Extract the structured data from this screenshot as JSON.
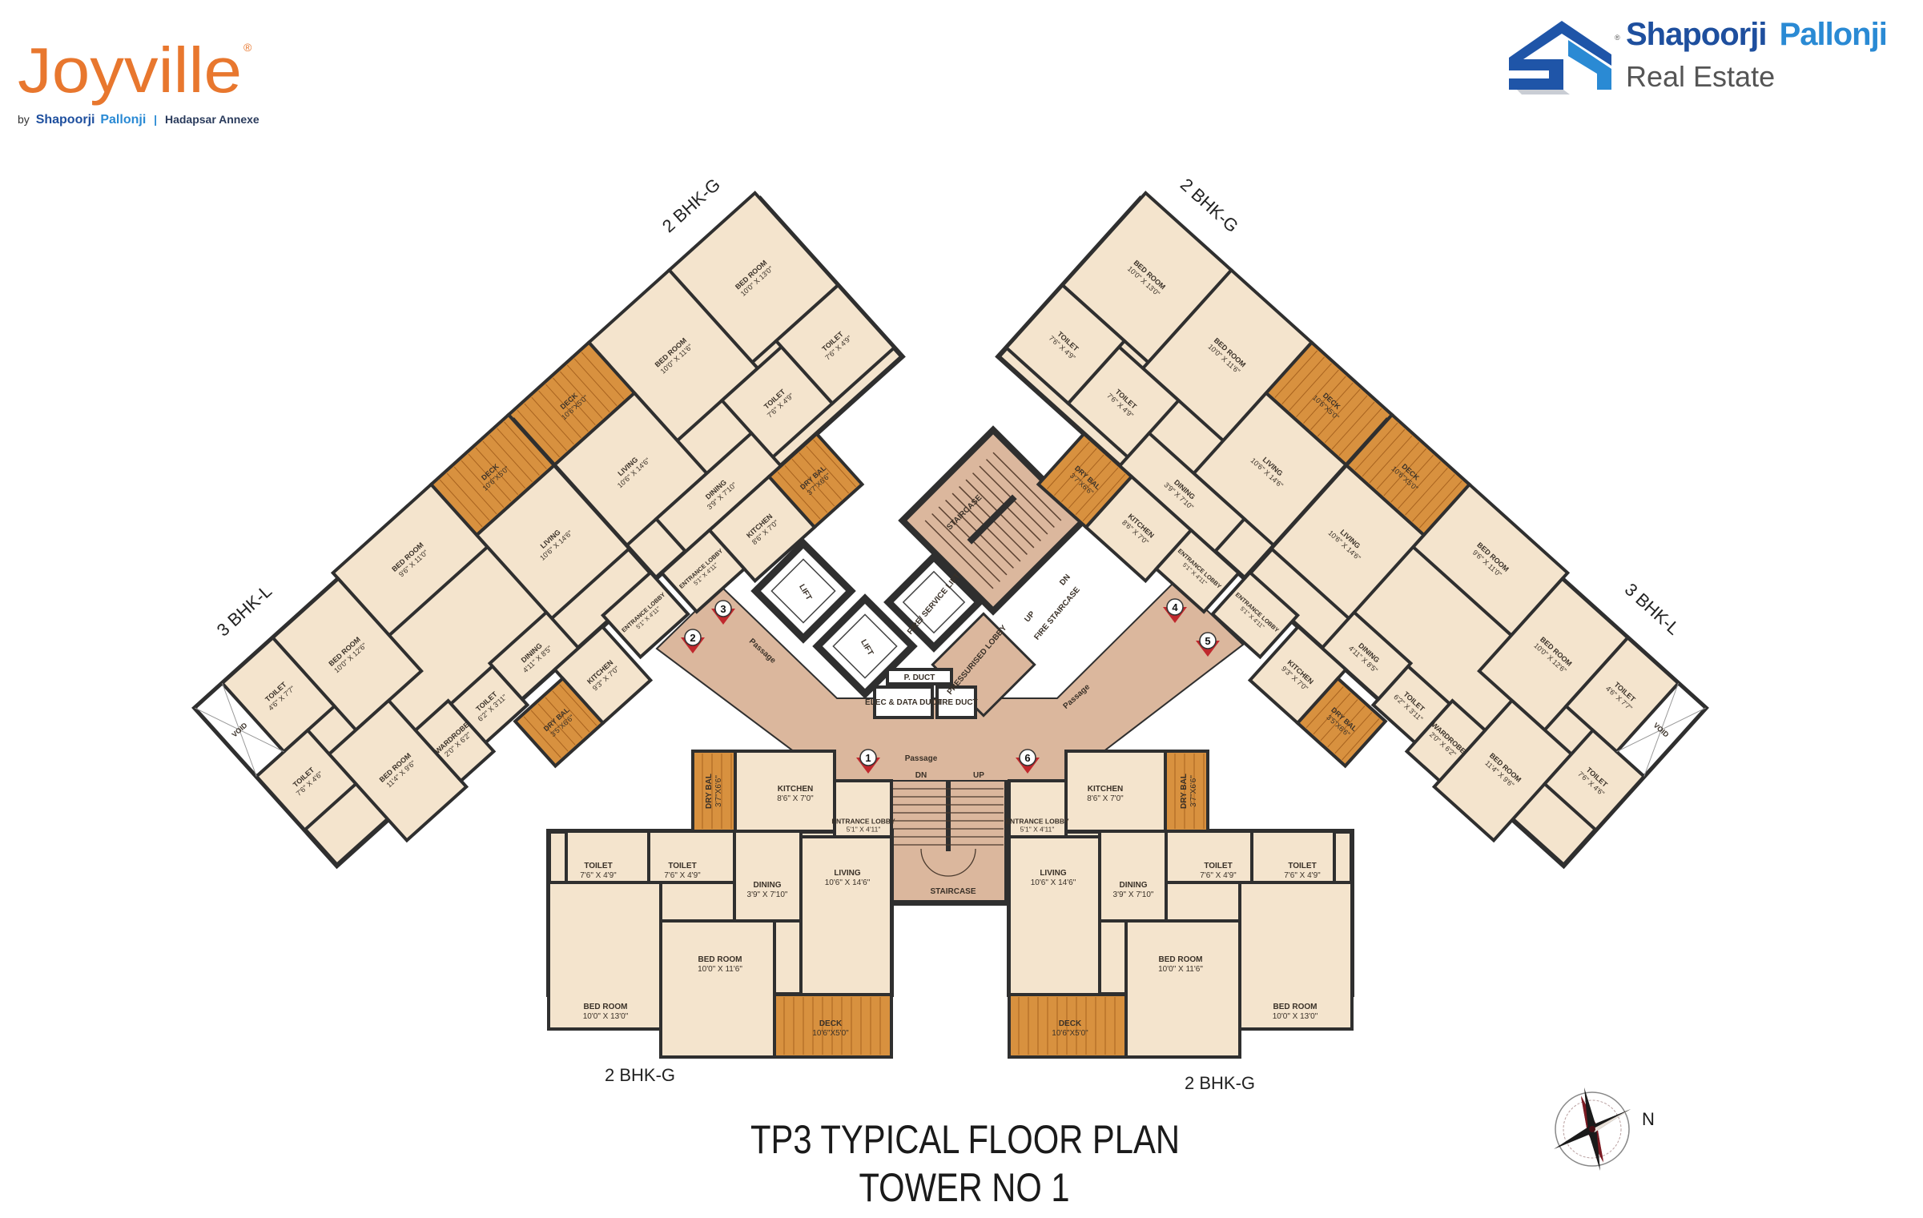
{
  "header": {
    "brand": "Joyville",
    "brand_reg": "®",
    "byline_by": "by",
    "byline_company_a": "Shapoorji",
    "byline_company_b": "Pallonji",
    "byline_sep": "|",
    "byline_location": "Hadapsar Annexe",
    "developer_a": "Shapoorji",
    "developer_b": "Pallonji",
    "developer_reg": "®",
    "developer_sub": "Real Estate"
  },
  "title": {
    "line1": "TP3 TYPICAL FLOOR PLAN",
    "line2": "TOWER NO 1"
  },
  "compass": {
    "label": "N"
  },
  "colors": {
    "brand_orange": "#e8772e",
    "developer_dark_blue": "#1e4f9e",
    "developer_light_blue": "#2a8ad4",
    "room_fill": "#f4e4cd",
    "deck_fill": "#d8913f",
    "passage_fill": "#dbb79d",
    "wall": "#2f2f2f",
    "marker_red": "#c0282d"
  },
  "core": {
    "passage": "Passage",
    "lift": "LIFT",
    "fire_lift": "FIRE/ SERVICE LIFT",
    "staircase": "STAIRCASE",
    "fire_staircase": "FIRE STAIRCASE",
    "pressurised_lobby": "PRESSURISED LOBBY",
    "p_duct": "P. DUCT",
    "elec_duct": "ELEC & DATA DUCT",
    "fire_duct": "FIRE DUCT",
    "dn": "DN",
    "up": "UP"
  },
  "flat_markers": [
    "1",
    "2",
    "3",
    "4",
    "5",
    "6"
  ],
  "units": [
    {
      "type": "2 BHK-G",
      "rooms": [
        {
          "name": "BED ROOM",
          "size": "10'0\" X 13'0\""
        },
        {
          "name": "BED ROOM",
          "size": "10'0\" X 11'6\""
        },
        {
          "name": "TOILET",
          "size": "7'6\" X 4'9\""
        },
        {
          "name": "TOILET",
          "size": "7'6\" X 4'9\""
        },
        {
          "name": "DECK",
          "size": "10'6\"X5'0\""
        },
        {
          "name": "LIVING",
          "size": "10'6\" X 14'6\""
        },
        {
          "name": "DINING",
          "size": "3'9\" X 7'10\""
        },
        {
          "name": "KITCHEN",
          "size": "8'6\" X 7'0\""
        },
        {
          "name": "DRY BAL",
          "size": "3'7\"X6'6\""
        },
        {
          "name": "ENTRANCE LOBBY",
          "size": "5'1\" X 4'11\""
        }
      ]
    },
    {
      "type": "3 BHK-L",
      "rooms": [
        {
          "name": "BED ROOM",
          "size": "9'6\" X 11'0\""
        },
        {
          "name": "BED ROOM",
          "size": "10'0\" X 12'6\""
        },
        {
          "name": "BED ROOM",
          "size": "11'4\" X 9'6\""
        },
        {
          "name": "TOILET",
          "size": "4'6\" X 7'7\""
        },
        {
          "name": "TOILET",
          "size": "7'6\" X 4'6\""
        },
        {
          "name": "TOILET",
          "size": "6'2\" X 3'11\""
        },
        {
          "name": "WARDROBE",
          "size": "2'0\" X 6'2\""
        },
        {
          "name": "LIVING",
          "size": "10'6\" X 14'6\""
        },
        {
          "name": "DINING",
          "size": "4'11\" X 8'5\""
        },
        {
          "name": "KITCHEN",
          "size": "9'3\" X 7'0\""
        },
        {
          "name": "DRY BAL",
          "size": "3'5\"X6'6\""
        },
        {
          "name": "DECK",
          "size": "10'6\"X5'0\""
        },
        {
          "name": "ENTRANCE LOBBY",
          "size": "5'1\" X 4'11\""
        },
        {
          "name": "VOID",
          "size": ""
        }
      ]
    },
    {
      "type": "2 BHK-G",
      "rooms": [
        {
          "name": "KITCHEN",
          "size": "8'6\" X 7'0\""
        },
        {
          "name": "DRY BAL",
          "size": "3'7\"X6'6\""
        },
        {
          "name": "ENTRANCE LOBBY",
          "size": "5'1\" X 4'11\""
        },
        {
          "name": "TOILET",
          "size": "7'6\" X 4'9\""
        },
        {
          "name": "TOILET",
          "size": "7'6\" X 4'9\""
        },
        {
          "name": "DINING",
          "size": "3'9\" X 7'10\""
        },
        {
          "name": "LIVING",
          "size": "10'6\" X 14'6\""
        },
        {
          "name": "BED ROOM",
          "size": "10'0\" X 13'0\""
        },
        {
          "name": "BED ROOM",
          "size": "10'0\" X 11'6\""
        },
        {
          "name": "DECK",
          "size": "10'6\"X5'0\""
        }
      ]
    },
    {
      "type": "2 BHK-G",
      "rooms": [
        {
          "name": "KITCHEN",
          "size": "8'6\" X 7'0\""
        },
        {
          "name": "DRY BAL",
          "size": "3'7\"X6'6\""
        },
        {
          "name": "ENTRANCE LOBBY",
          "size": "5'1\" X 4'11\""
        },
        {
          "name": "TOILET",
          "size": "7'6\" X 4'9\""
        },
        {
          "name": "TOILET",
          "size": "7'6\" X 4'9\""
        },
        {
          "name": "DINING",
          "size": "3'9\" X 7'10\""
        },
        {
          "name": "LIVING",
          "size": "10'6\" X 14'6\""
        },
        {
          "name": "BED ROOM",
          "size": "10'0\" X 13'0\""
        },
        {
          "name": "BED ROOM",
          "size": "10'0\" X 11'6\""
        },
        {
          "name": "DECK",
          "size": "10'6\"X5'0\""
        }
      ]
    },
    {
      "type": "2 BHK-G",
      "rooms": [
        {
          "name": "BED ROOM",
          "size": "10'0\" X 13'0\""
        },
        {
          "name": "BED ROOM",
          "size": "10'0\" X 11'6\""
        },
        {
          "name": "TOILET",
          "size": "7'6\" X 4'9\""
        },
        {
          "name": "TOILET",
          "size": "7'6\" X 4'9\""
        },
        {
          "name": "DECK",
          "size": "10'6\"X5'0\""
        },
        {
          "name": "LIVING",
          "size": "10'6\" X 14'6\""
        },
        {
          "name": "DINING",
          "size": "3'9\" X 7'10\""
        },
        {
          "name": "KITCHEN",
          "size": "8'6\" X 7'0\""
        },
        {
          "name": "DRY BAL",
          "size": "3'7\"X6'6\""
        },
        {
          "name": "ENTRANCE LOBBY",
          "size": "5'1\" X 4'11\""
        }
      ]
    },
    {
      "type": "3 BHK-L",
      "rooms": [
        {
          "name": "BED ROOM",
          "size": "9'6\" X 11'0\""
        },
        {
          "name": "BED ROOM",
          "size": "10'0\" X 12'6\""
        },
        {
          "name": "BED ROOM",
          "size": "11'4\" X 9'6\""
        },
        {
          "name": "TOILET",
          "size": "4'6\" X 7'7\""
        },
        {
          "name": "TOILET",
          "size": "7'6\" X 4'6\""
        },
        {
          "name": "TOILET",
          "size": "6'2\" X 3'11\""
        },
        {
          "name": "WARDROBE",
          "size": "2'0\" X 6'2\""
        },
        {
          "name": "LIVING",
          "size": "10'6\" X 14'6\""
        },
        {
          "name": "DINING",
          "size": "4'11\" X 8'5\""
        },
        {
          "name": "KITCHEN",
          "size": "9'3\" X 7'0\""
        },
        {
          "name": "DRY BAL",
          "size": "3'5\"X6'6\""
        },
        {
          "name": "DECK",
          "size": "10'6\"X5'0\""
        },
        {
          "name": "ENTRANCE LOBBY",
          "size": "5'1\" X 4'11\""
        },
        {
          "name": "VOID",
          "size": ""
        }
      ]
    }
  ]
}
